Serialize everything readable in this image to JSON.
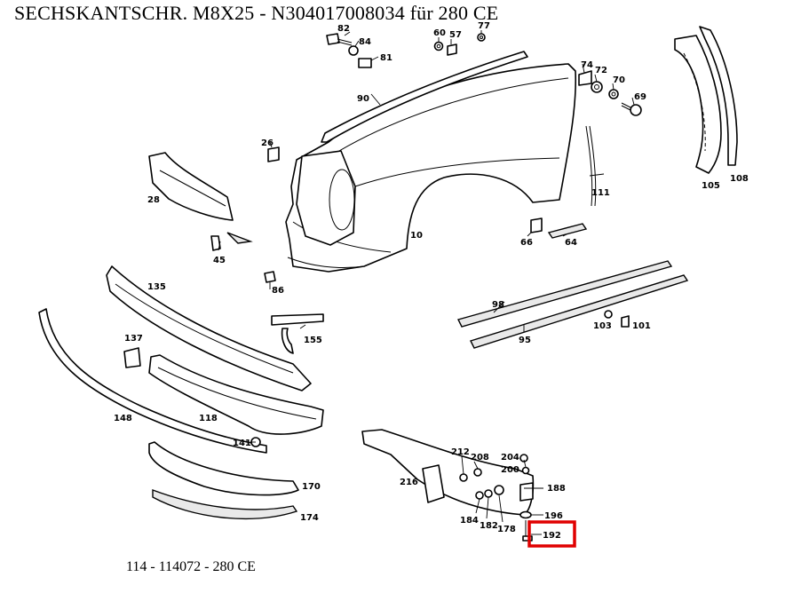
{
  "title": "SECHSKANTSCHR. M8X25 - N304017008034 für 280 CE",
  "footer": "114 - 114072 - 280 CE",
  "highlight": {
    "part": "192",
    "color": "#e00000"
  },
  "labels": {
    "p82": "82",
    "p84": "84",
    "p81": "81",
    "p60": "60",
    "p57": "57",
    "p77": "77",
    "p74": "74",
    "p72": "72",
    "p70": "70",
    "p69": "69",
    "p90": "90",
    "p26": "26",
    "p28": "28",
    "p45": "45",
    "p10": "10",
    "p111": "111",
    "p66": "66",
    "p64": "64",
    "p105": "105",
    "p108": "108",
    "p86": "86",
    "p135": "135",
    "p155": "155",
    "p98": "98",
    "p95": "95",
    "p103": "103",
    "p101": "101",
    "p137": "137",
    "p148": "148",
    "p118": "118",
    "p141": "141",
    "p212": "212",
    "p208": "208",
    "p204": "204",
    "p200": "200",
    "p216": "216",
    "p188": "188",
    "p170": "170",
    "p184": "184",
    "p182": "182",
    "p178": "178",
    "p196": "196",
    "p192": "192",
    "p174": "174"
  }
}
